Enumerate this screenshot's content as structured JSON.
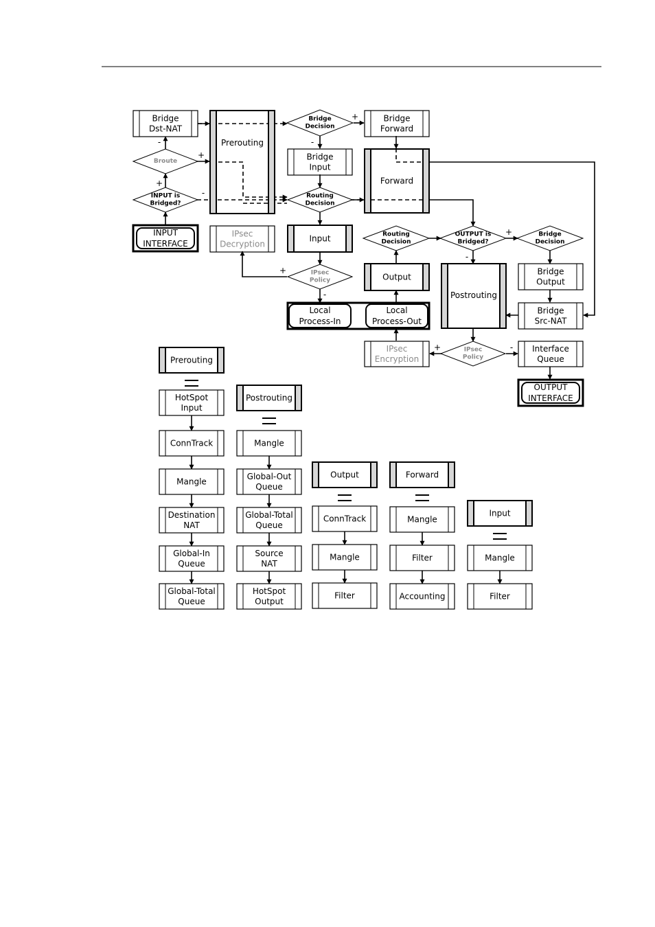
{
  "colors": {
    "line": "#000000",
    "side_bar": "#d6d6d6",
    "faded_text": "#8a8a8a",
    "faded_arrow": "#bbbbbb"
  },
  "main": {
    "bridge_dst_nat": [
      "Bridge",
      "Dst-NAT"
    ],
    "prerouting": "Prerouting",
    "bridge_decision_top": [
      "Bridge",
      "Decision"
    ],
    "bridge_forward": [
      "Bridge",
      "Forward"
    ],
    "broute": "Broute",
    "bridge_input": [
      "Bridge",
      "Input"
    ],
    "forward": "Forward",
    "input_is_bridged": [
      "INPUT is",
      "Bridged?"
    ],
    "routing_decision_1": [
      "Routing",
      "Decision"
    ],
    "input_interface": [
      "INPUT",
      "INTERFACE"
    ],
    "ipsec_decryption": [
      "IPsec",
      "Decryption"
    ],
    "input": "Input",
    "routing_decision_2": [
      "Routing",
      "Decision"
    ],
    "output_is_bridged": [
      "OUTPUT is",
      "Bridged?"
    ],
    "bridge_decision_right": [
      "Bridge",
      "Decision"
    ],
    "ipsec_policy_1": [
      "IPsec",
      "Policy"
    ],
    "output": "Output",
    "postrouting": "Postrouting",
    "bridge_output": [
      "Bridge",
      "Output"
    ],
    "local_process_in": [
      "Local",
      "Process-In"
    ],
    "local_process_out": [
      "Local",
      "Process-Out"
    ],
    "bridge_src_nat": [
      "Bridge",
      "Src-NAT"
    ],
    "ipsec_encryption": [
      "IPsec",
      "Encryption"
    ],
    "ipsec_policy_2": [
      "IPsec",
      "Policy"
    ],
    "interface_queue": [
      "Interface",
      "Queue"
    ],
    "output_interface": [
      "OUTPUT",
      "INTERFACE"
    ],
    "sign_plus": "+",
    "sign_minus": "-"
  },
  "chains": {
    "equals": "=",
    "prerouting": {
      "title": "Prerouting",
      "steps": [
        [
          "HotSpot",
          "Input"
        ],
        [
          "ConnTrack"
        ],
        [
          "Mangle"
        ],
        [
          "Destination",
          "NAT"
        ],
        [
          "Global-In",
          "Queue"
        ],
        [
          "Global-Total",
          "Queue"
        ]
      ]
    },
    "postrouting": {
      "title": "Postrouting",
      "steps": [
        [
          "Mangle"
        ],
        [
          "Global-Out",
          "Queue"
        ],
        [
          "Global-Total",
          "Queue"
        ],
        [
          "Source",
          "NAT"
        ],
        [
          "HotSpot",
          "Output"
        ]
      ]
    },
    "output": {
      "title": "Output",
      "steps": [
        [
          "ConnTrack"
        ],
        [
          "Mangle"
        ],
        [
          "Filter"
        ]
      ]
    },
    "forward": {
      "title": "Forward",
      "steps": [
        [
          "Mangle"
        ],
        [
          "Filter"
        ],
        [
          "Accounting"
        ]
      ]
    },
    "input": {
      "title": "Input",
      "steps": [
        [
          "Mangle"
        ],
        [
          "Filter"
        ]
      ]
    }
  }
}
